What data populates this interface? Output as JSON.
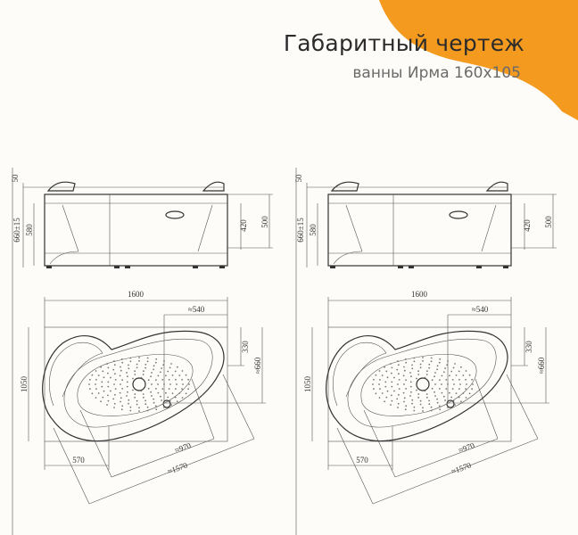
{
  "header": {
    "title": "Габаритный чертеж",
    "subtitle": "ванны Ирма 160x105",
    "accent_color": "#f39a1f"
  },
  "drawings": {
    "front_view": {
      "top_offset": "50",
      "height_total": "660±15",
      "height_body": "580",
      "inner_depth": "420",
      "panel_height": "500"
    },
    "top_view": {
      "length": "1600",
      "corner_width": "≈540",
      "corner_depth": "330",
      "side_depth": "≈660",
      "width": "1050",
      "front_offset": "570",
      "bowl_length": "≈970",
      "diagonal_length": "≈1570"
    }
  }
}
